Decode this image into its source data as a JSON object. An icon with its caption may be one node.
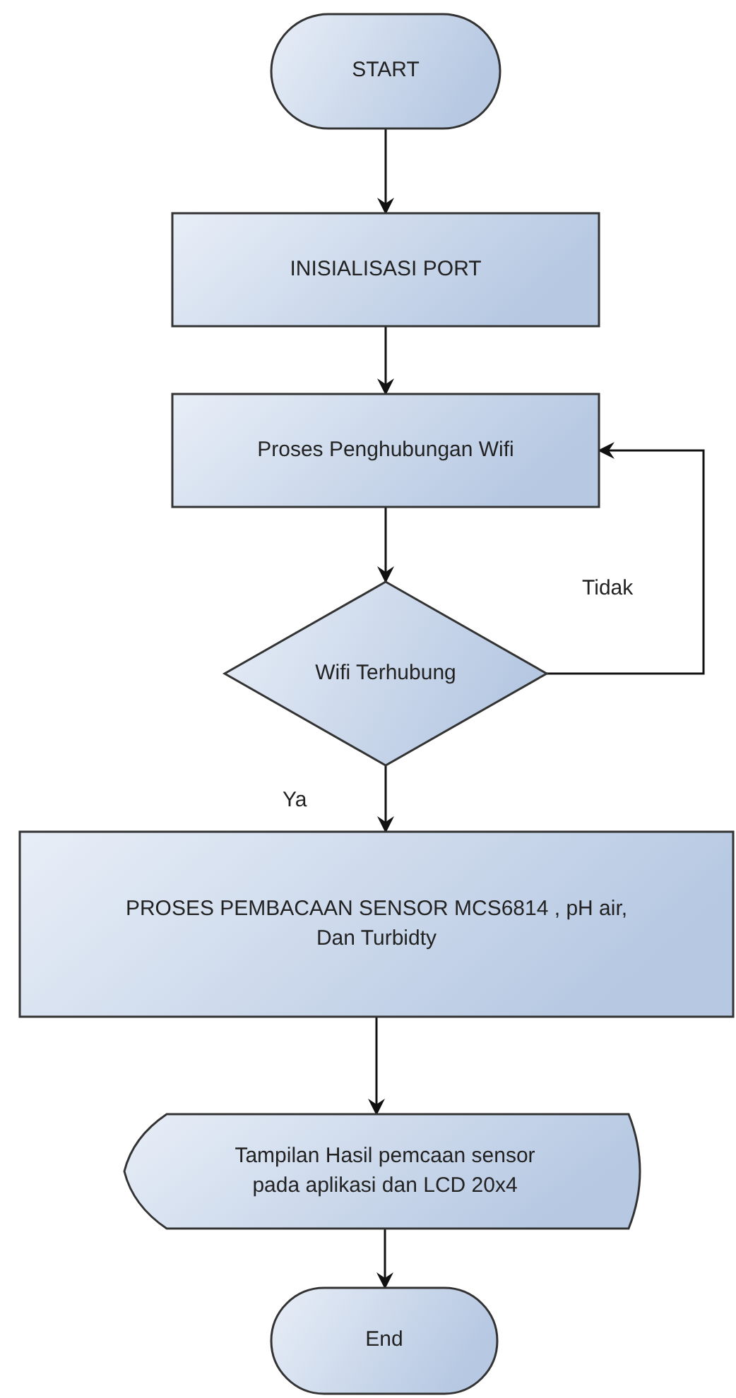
{
  "diagram": {
    "nodes": [
      {
        "text": [
          "START"
        ]
      },
      {
        "text": [
          "INISIALISASI PORT"
        ]
      },
      {
        "text": [
          "Proses Penghubungan Wifi"
        ]
      },
      {
        "text": [
          "Wifi Terhubung"
        ]
      },
      {
        "text": [
          "PROSES PEMBACAAN SENSOR MCS6814 , pH air, Dan Turbidty"
        ]
      },
      {
        "text": [
          "Tampilan Hasil pemcaan sensor pada aplikasi dan LCD 20x4"
        ]
      },
      {
        "text": [
          "End"
        ]
      }
    ],
    "edges": [
      {
        "from": 0,
        "to": 1,
        "arrow": "to"
      },
      {
        "from": 1,
        "to": 2,
        "arrow": "to"
      },
      {
        "from": 2,
        "to": 3,
        "arrow": "to"
      },
      {
        "from": 3,
        "to": 2,
        "arrow": "to",
        "label": "Tidak"
      },
      {
        "from": 3,
        "to": 4,
        "arrow": "to",
        "label": "Ya"
      },
      {
        "from": 4,
        "to": 5,
        "arrow": "to"
      },
      {
        "from": 5,
        "to": 6,
        "arrow": "to"
      }
    ]
  }
}
